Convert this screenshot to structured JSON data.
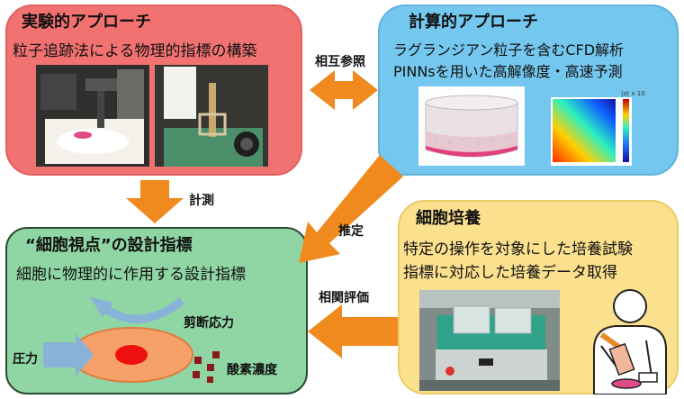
{
  "experimental": {
    "title": "実験的アプローチ",
    "subtitle": "粒子追跡法による物理的指標の構築",
    "color": "#f27272"
  },
  "computational": {
    "title": "計算的アプローチ",
    "line1": "ラグランジアン粒子を含むCFD解析",
    "line2": "PINNsを用いた高解像度・高速予測",
    "colorbar_label": "|σ| x 10",
    "color": "#74c7ee"
  },
  "design": {
    "title": "“細胞視点”の設計指標",
    "subtitle": "細胞に物理的に作用する設計指標",
    "shear_label": "剪断応力",
    "pressure_label": "圧力",
    "oxygen_label": "酸素濃度",
    "color": "#8fd6a4"
  },
  "culture": {
    "title": "細胞培養",
    "line1": "特定の操作を対象にした培養試験",
    "line2": "指標に対応した培養データ取得",
    "color": "#fbe08e"
  },
  "arrows": {
    "mutual_reference": "相互参照",
    "measurement": "計測",
    "estimation": "推定",
    "correlation": "相関評価",
    "color": "#f08a1e"
  }
}
